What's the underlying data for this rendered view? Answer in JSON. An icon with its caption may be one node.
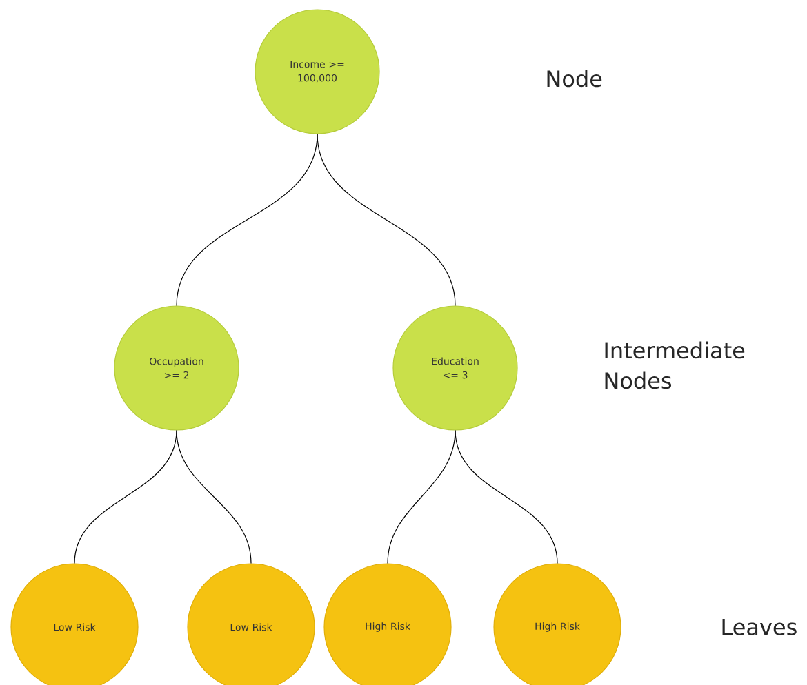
{
  "diagram": {
    "nodes": [
      {
        "text": [
          "Income >= 100,000"
        ]
      },
      {
        "text": [
          "Occupation >= 2"
        ]
      },
      {
        "text": [
          "Education <= 3"
        ]
      },
      {
        "text": [
          "Low Risk"
        ]
      },
      {
        "text": [
          "Low Risk"
        ]
      },
      {
        "text": [
          "High Risk"
        ]
      },
      {
        "text": [
          "High Risk"
        ]
      }
    ],
    "edges": [
      {
        "from": 0,
        "to": 1,
        "arrow": "none"
      },
      {
        "from": 0,
        "to": 2,
        "arrow": "none"
      },
      {
        "from": 1,
        "to": 3,
        "arrow": "none"
      },
      {
        "from": 1,
        "to": 4,
        "arrow": "none"
      },
      {
        "from": 2,
        "to": 5,
        "arrow": "none"
      },
      {
        "from": 2,
        "to": 6,
        "arrow": "none"
      }
    ],
    "labels": [
      "Node",
      "Intermediate Nodes",
      "Leaves"
    ]
  }
}
